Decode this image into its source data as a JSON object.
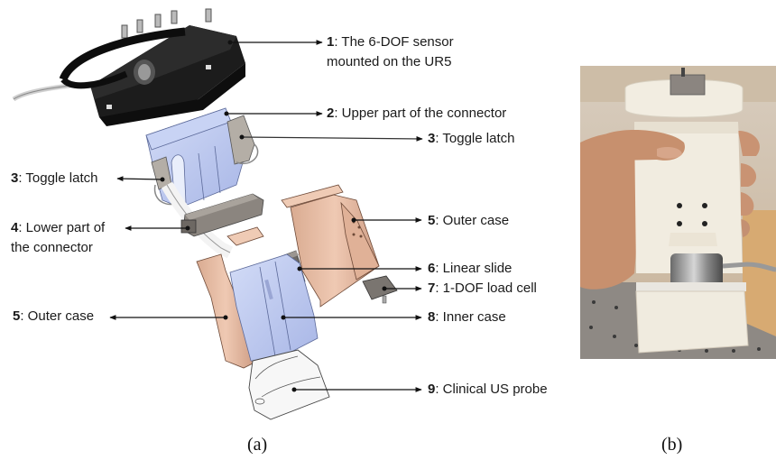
{
  "figure": {
    "panel_a": {
      "caption": "(a)",
      "description": "Exploded CAD view of the probe holder assembly",
      "labels": [
        {
          "num": "1",
          "text": ": The 6-DOF sensor",
          "text2": "mounted on the UR5"
        },
        {
          "num": "2",
          "text": ": Upper part of the connector"
        },
        {
          "num": "3",
          "text": ": Toggle latch"
        },
        {
          "num": "3",
          "text": ": Toggle latch"
        },
        {
          "num": "4",
          "text": ": Lower part of",
          "text2": "the connector"
        },
        {
          "num": "5",
          "text": ": Outer case"
        },
        {
          "num": "6",
          "text": ": Linear slide"
        },
        {
          "num": "7",
          "text": ": 1-DOF load cell"
        },
        {
          "num": "5",
          "text": ": Outer case"
        },
        {
          "num": "8",
          "text": ": Inner case"
        },
        {
          "num": "9",
          "text": ": Clinical US probe"
        }
      ]
    },
    "panel_b": {
      "caption": "(b)",
      "description": "Photo of the assembled 3D-printed probe holder held in a hand"
    },
    "colors": {
      "sensor": "#1b1b1b",
      "connector_blue": "#b9c6ee",
      "outer_case": "#e3b9a2",
      "latch_gray": "#8a8580",
      "probe_white": "#f4f4f4",
      "photo_bg": "#d9c5a8",
      "printed_white": "#f1ece0",
      "skin": "#c99777"
    }
  }
}
